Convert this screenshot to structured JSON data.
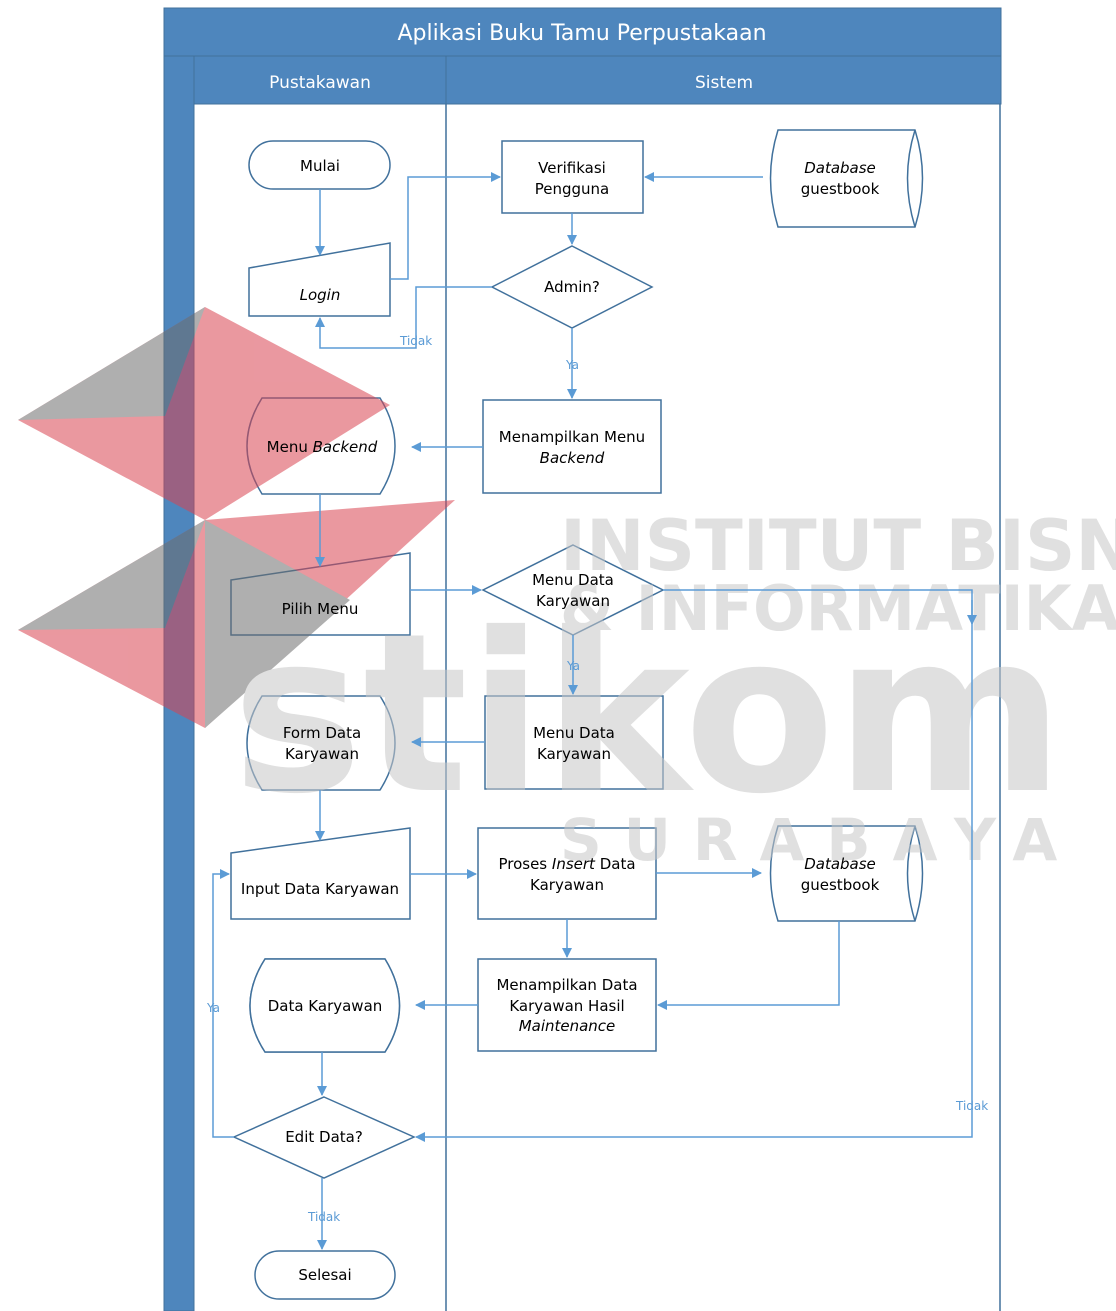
{
  "title": "Aplikasi Buku Tamu Perpustakaan",
  "lanes": {
    "left": "Pustakawan",
    "right": "Sistem"
  },
  "nodes": {
    "mulai": "Mulai",
    "login": "Login",
    "verifikasi_1": "Verifikasi",
    "verifikasi_2": "Pengguna",
    "db1_1": "Database",
    "db1_2": "guestbook",
    "admin": "Admin?",
    "tampil_menu_1": "Menampilkan Menu",
    "tampil_menu_2": "Backend",
    "menu_backend_1": "Menu ",
    "menu_backend_2": "Backend",
    "pilih_menu": "Pilih Menu",
    "menu_data_dec_1": "Menu Data",
    "menu_data_dec_2": "Karyawan",
    "menu_data_proc_1": "Menu Data",
    "menu_data_proc_2": "Karyawan",
    "form_data_1": "Form Data",
    "form_data_2": "Karyawan",
    "input_data": "Input Data Karyawan",
    "proses_insert_1a": "Proses ",
    "proses_insert_1b": "Insert",
    "proses_insert_1c": " Data",
    "proses_insert_2": "Karyawan",
    "db2_1": "Database",
    "db2_2": "guestbook",
    "tampil_data_1": "Menampilkan Data",
    "tampil_data_2": "Karyawan Hasil",
    "tampil_data_3": "Maintenance",
    "data_karyawan": "Data Karyawan",
    "edit_data": "Edit Data?",
    "selesai": "Selesai"
  },
  "edge_labels": {
    "tidak_admin": "Tidak",
    "ya_admin": "Ya",
    "ya_menu": "Ya",
    "tidak_menu": "Tidak",
    "ya_edit": "Ya",
    "tidak_edit": "Tidak"
  },
  "watermark": {
    "line1": "INSTITUT BISNIS",
    "line2": "& INFORMATIKA",
    "line3": "stikom",
    "line4": "SURABAYA"
  },
  "colors": {
    "header": "#4e86bd",
    "edge": "#5b9bd5",
    "stroke": "#41719c"
  }
}
